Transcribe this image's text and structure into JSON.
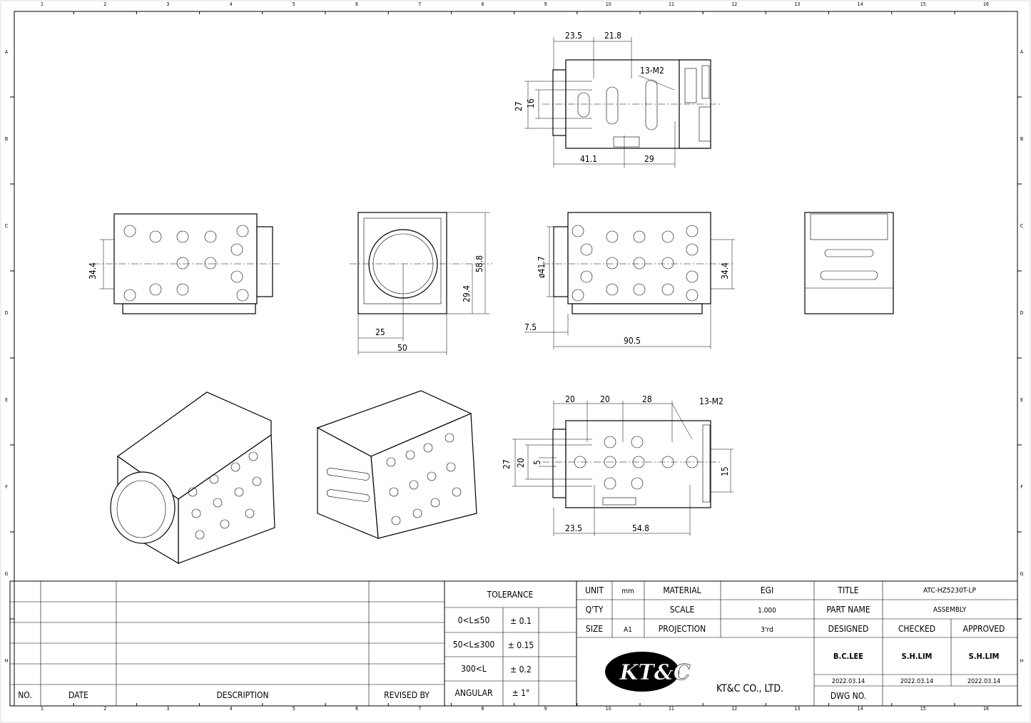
{
  "border": {
    "columns": [
      "1",
      "2",
      "3",
      "4",
      "5",
      "6",
      "7",
      "8",
      "9",
      "10",
      "11",
      "12",
      "13",
      "14",
      "15",
      "16"
    ],
    "rows": [
      "A",
      "B",
      "C",
      "D",
      "E",
      "F",
      "G",
      "H"
    ]
  },
  "views": {
    "top": {
      "d1": "23.5",
      "d2": "21.8",
      "holes": "13-M2",
      "h1": "27",
      "h2": "16",
      "b1": "41.1",
      "b2": "29"
    },
    "left_side": {
      "h": "34.4"
    },
    "front": {
      "h1": "58.8",
      "h2": "29.4",
      "w1": "25",
      "w2": "50"
    },
    "right_side": {
      "dia": "ø41.7",
      "h": "34.4",
      "w1": "7.5",
      "w2": "90.5"
    },
    "bottom": {
      "d1": "20",
      "d2": "20",
      "d3": "28",
      "holes": "13-M2",
      "h1": "27",
      "h2": "20",
      "h3": "5",
      "h4": "15",
      "b1": "23.5",
      "b2": "54.8"
    }
  },
  "revision_table": {
    "headers": [
      "NO.",
      "DATE",
      "DESCRIPTION",
      "REVISED BY"
    ]
  },
  "tolerance": {
    "title": "TOLERANCE",
    "rows": [
      {
        "range": "0<L≤50",
        "value": "± 0.1"
      },
      {
        "range": "50<L≤300",
        "value": "± 0.15"
      },
      {
        "range": "300<L",
        "value": "± 0.2"
      },
      {
        "range": "ANGULAR",
        "value": "± 1°"
      }
    ]
  },
  "title_block": {
    "unit_label": "UNIT",
    "unit": "mm",
    "material_label": "MATERIAL",
    "material": "EGI",
    "title_label": "TITLE",
    "title": "ATC-HZ5230T-LP",
    "qty_label": "Q'TY",
    "qty": "",
    "scale_label": "SCALE",
    "scale": "1.000",
    "part_name_label": "PART NAME",
    "part_name": "ASSEMBLY",
    "size_label": "SIZE",
    "size": "A1",
    "projection_label": "PROJECTION",
    "projection": "3'rd",
    "designed_label": "DESIGNED",
    "checked_label": "CHECKED",
    "approved_label": "APPROVED",
    "designed_by": "B.C.LEE",
    "checked_by": "S.H.LIM",
    "approved_by": "S.H.LIM",
    "designed_date": "2022.03.14",
    "checked_date": "2022.03.14",
    "approved_date": "2022.03.14",
    "company_logo": "KT&C",
    "company": "KT&C CO., LTD.",
    "dwg_no_label": "DWG NO.",
    "dwg_no": ""
  }
}
